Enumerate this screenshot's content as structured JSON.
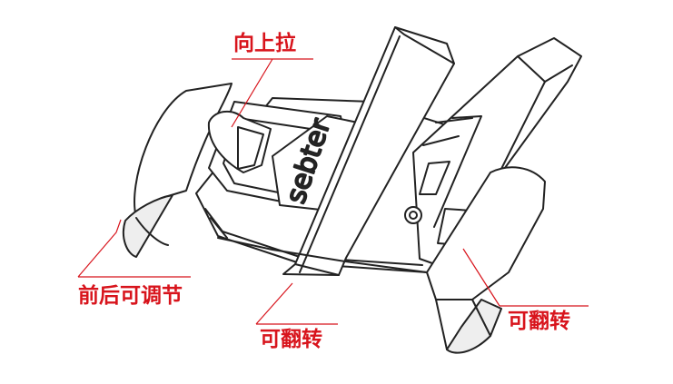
{
  "colors": {
    "callout": "#d8141c",
    "line_art": "#222222",
    "fill": "#ffffff",
    "shade": "#d6d6d6"
  },
  "device": {
    "brand_text": "sebter"
  },
  "callouts": {
    "pull_up": "向上拉",
    "adjust": "前后可调节",
    "flip_left": "可翻转",
    "flip_right": "可翻转"
  }
}
